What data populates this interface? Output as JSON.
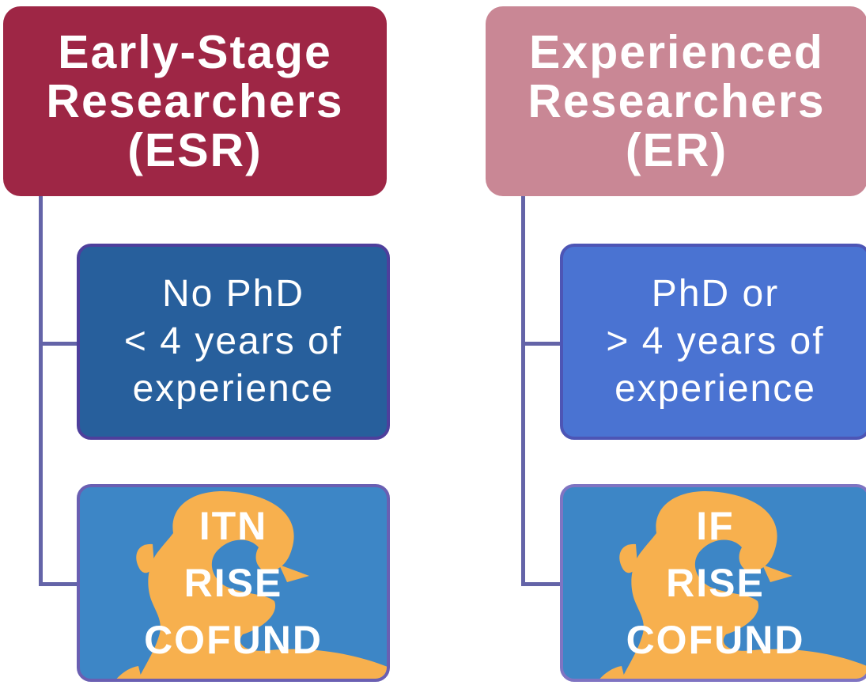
{
  "esr": {
    "title_lines": [
      "Early-Stage",
      "Researchers",
      "(ESR)"
    ],
    "criteria_lines": [
      "No PhD",
      "< 4 years of",
      "experience"
    ],
    "programmes": [
      "ITN",
      "RISE",
      "COFUND"
    ]
  },
  "er": {
    "title_lines": [
      "Experienced",
      "Researchers",
      "(ER)"
    ],
    "criteria_lines": [
      "PhD or",
      "> 4 years of",
      "experience"
    ],
    "programmes": [
      "IF",
      "RISE",
      "COFUND"
    ]
  },
  "colors": {
    "esr_header": "#9e2645",
    "er_header": "#c98795",
    "esr_criteria": "#275f9c",
    "er_criteria": "#4a73d2",
    "programme_box": "#3d86c6",
    "logo_silhouette": "#f7b04e",
    "connector": "#6464a8"
  },
  "icons": {
    "programme_logo": "marie-curie-silhouette-icon"
  }
}
